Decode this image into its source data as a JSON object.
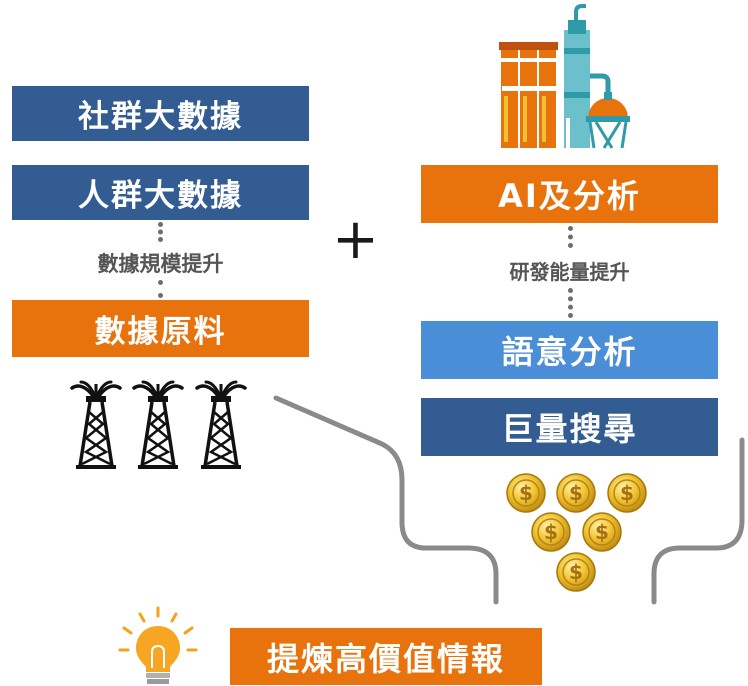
{
  "left": {
    "box1": "社群大數據",
    "box2": "人群大數據",
    "caption": "數據規模提升",
    "box3": "數據原料"
  },
  "plus": "+",
  "right": {
    "box1": "AI及分析",
    "caption": "研發能量提升",
    "box2": "語意分析",
    "box3": "巨量搜尋"
  },
  "output": "提煉高價值情報",
  "colors": {
    "navy": "#335c92",
    "orange": "#e8720c",
    "light_blue": "#4b8ed8",
    "funnel": "#8a8a8a"
  },
  "icons": [
    "oil-derrick-icon",
    "refinery-icon",
    "gold-coin-icon",
    "light-bulb-icon"
  ]
}
